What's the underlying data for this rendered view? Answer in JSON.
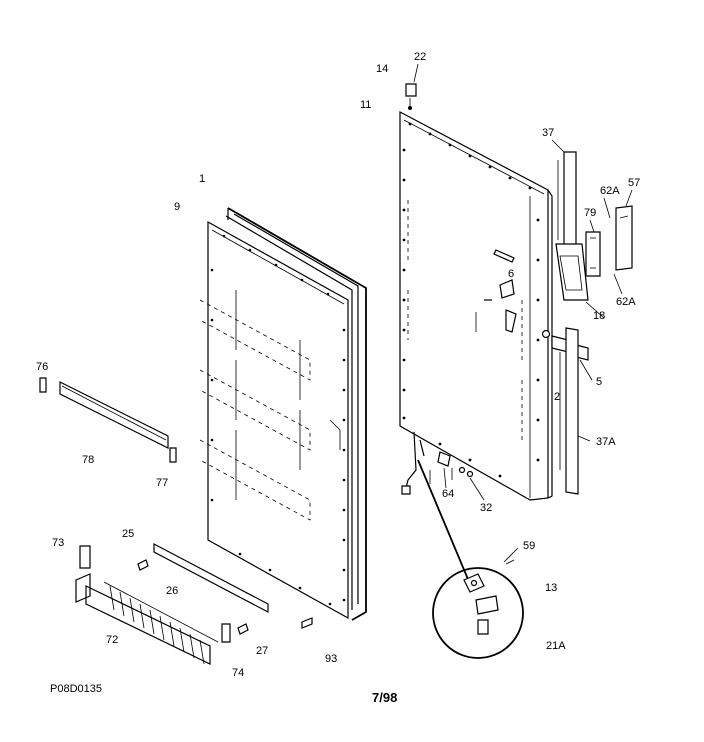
{
  "callouts": {
    "c1": "1",
    "c9": "9",
    "c11": "11",
    "c14": "14",
    "c22": "22",
    "c37": "37",
    "c57": "57",
    "c62a_top": "62A",
    "c79": "79",
    "c6": "6",
    "c18": "18",
    "c62a_bot": "62A",
    "c5": "5",
    "c2": "2",
    "c37a": "37A",
    "c32": "32",
    "c64": "64",
    "c76": "76",
    "c78": "78",
    "c77": "77",
    "c73": "73",
    "c25": "25",
    "c26": "26",
    "c72": "72",
    "c27": "27",
    "c74": "74",
    "c93": "93",
    "c59": "59",
    "c13": "13",
    "c21a": "21A"
  },
  "footer": {
    "part_code": "P08D0135",
    "date": "7/98"
  }
}
